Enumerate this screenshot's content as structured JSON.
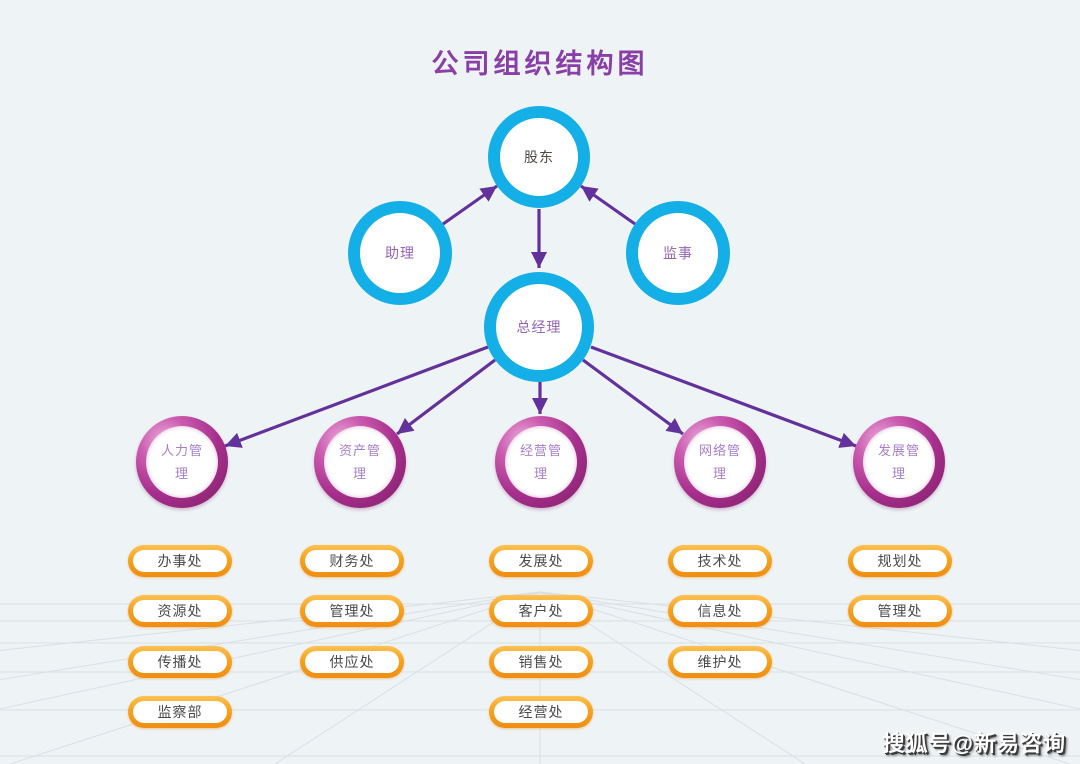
{
  "title": "公司组织结构图",
  "watermark": "搜狐号@新易咨询",
  "nodes": {
    "shareholder": "股东",
    "assistant": "助理",
    "supervisor": "监事",
    "general_manager": "总经理"
  },
  "branches": [
    {
      "id": "branch-1",
      "label": "人力管理",
      "departments": [
        "办事处",
        "资源处",
        "传播处",
        "监察部"
      ]
    },
    {
      "id": "branch-2",
      "label": "资产管理",
      "departments": [
        "财务处",
        "管理处",
        "供应处"
      ]
    },
    {
      "id": "branch-3",
      "label": "经营管理",
      "departments": [
        "发展处",
        "客户处",
        "销售处",
        "经营处"
      ]
    },
    {
      "id": "branch-4",
      "label": "网络管理",
      "departments": [
        "技术处",
        "信息处",
        "维护处"
      ]
    },
    {
      "id": "branch-5",
      "label": "发展管理",
      "departments": [
        "规划处",
        "管理处"
      ]
    }
  ],
  "edges": [
    {
      "from": "assistant",
      "to": "shareholder"
    },
    {
      "from": "supervisor",
      "to": "shareholder"
    },
    {
      "from": "shareholder",
      "to": "general_manager"
    },
    {
      "from": "general_manager",
      "to": "branch-1"
    },
    {
      "from": "general_manager",
      "to": "branch-2"
    },
    {
      "from": "general_manager",
      "to": "branch-3"
    },
    {
      "from": "general_manager",
      "to": "branch-4"
    },
    {
      "from": "general_manager",
      "to": "branch-5"
    }
  ],
  "colors": {
    "background": "#eef3f6",
    "title_purple": "#8a3fa8",
    "ring_blue": "#14afe6",
    "ring_magenta": "#a62e8b",
    "pill_orange": "#f6a21d",
    "arrow_purple": "#63319c",
    "node_text_purple": "#9666b8",
    "dept_text": "#4a4a4a"
  }
}
